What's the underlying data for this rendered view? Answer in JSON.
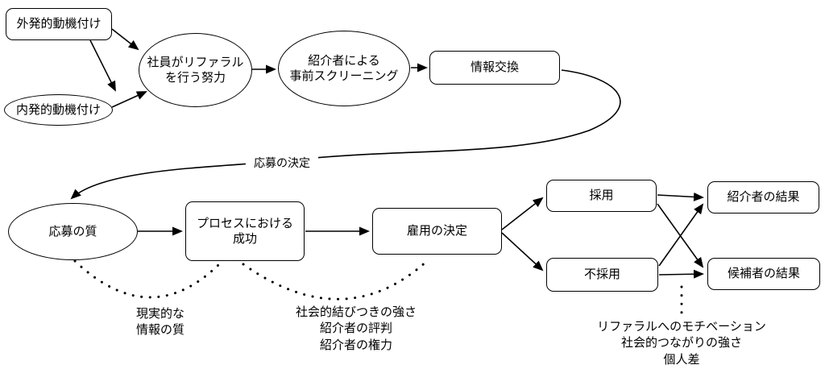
{
  "diagram": {
    "type": "flowchart",
    "language": "ja",
    "topic": "referral-hiring-process-model",
    "colors": {
      "background": "#ffffff",
      "stroke": "#000000",
      "text": "#000000"
    },
    "nodes": {
      "extrinsic_motivation": {
        "shape": "rounded-rect",
        "label": "外発的動機付け"
      },
      "intrinsic_motivation": {
        "shape": "ellipse",
        "label": "内発的動機付け"
      },
      "referral_effort": {
        "shape": "ellipse",
        "label": "社員がリファラル\nを行う努力"
      },
      "prescreening": {
        "shape": "ellipse",
        "label": "紹介者による\n事前スクリーニング"
      },
      "information_exchange": {
        "shape": "rounded-rect",
        "label": "情報交換"
      },
      "application_quality": {
        "shape": "ellipse",
        "label": "応募の質"
      },
      "process_success": {
        "shape": "rounded-rect",
        "label": "プロセスにおける\n成功"
      },
      "hiring_decision": {
        "shape": "rounded-rect",
        "label": "雇用の決定"
      },
      "hired": {
        "shape": "rounded-rect",
        "label": "採用"
      },
      "not_hired": {
        "shape": "rounded-rect",
        "label": "不採用"
      },
      "referrer_outcome": {
        "shape": "rounded-rect",
        "label": "紹介者の結果"
      },
      "candidate_outcome": {
        "shape": "rounded-rect",
        "label": "候補者の結果"
      }
    },
    "edge_labels": {
      "application_decision": "応募の決定"
    },
    "annotations": {
      "realistic_info_quality": "現実的な\n情報の質",
      "social_tie_factors": "社会的結びつきの強さ\n紹介者の評判\n紹介者の権力",
      "referral_motivation_factors": "リファラルへのモチベーション\n社会的つながりの強さ\n個人差"
    }
  }
}
